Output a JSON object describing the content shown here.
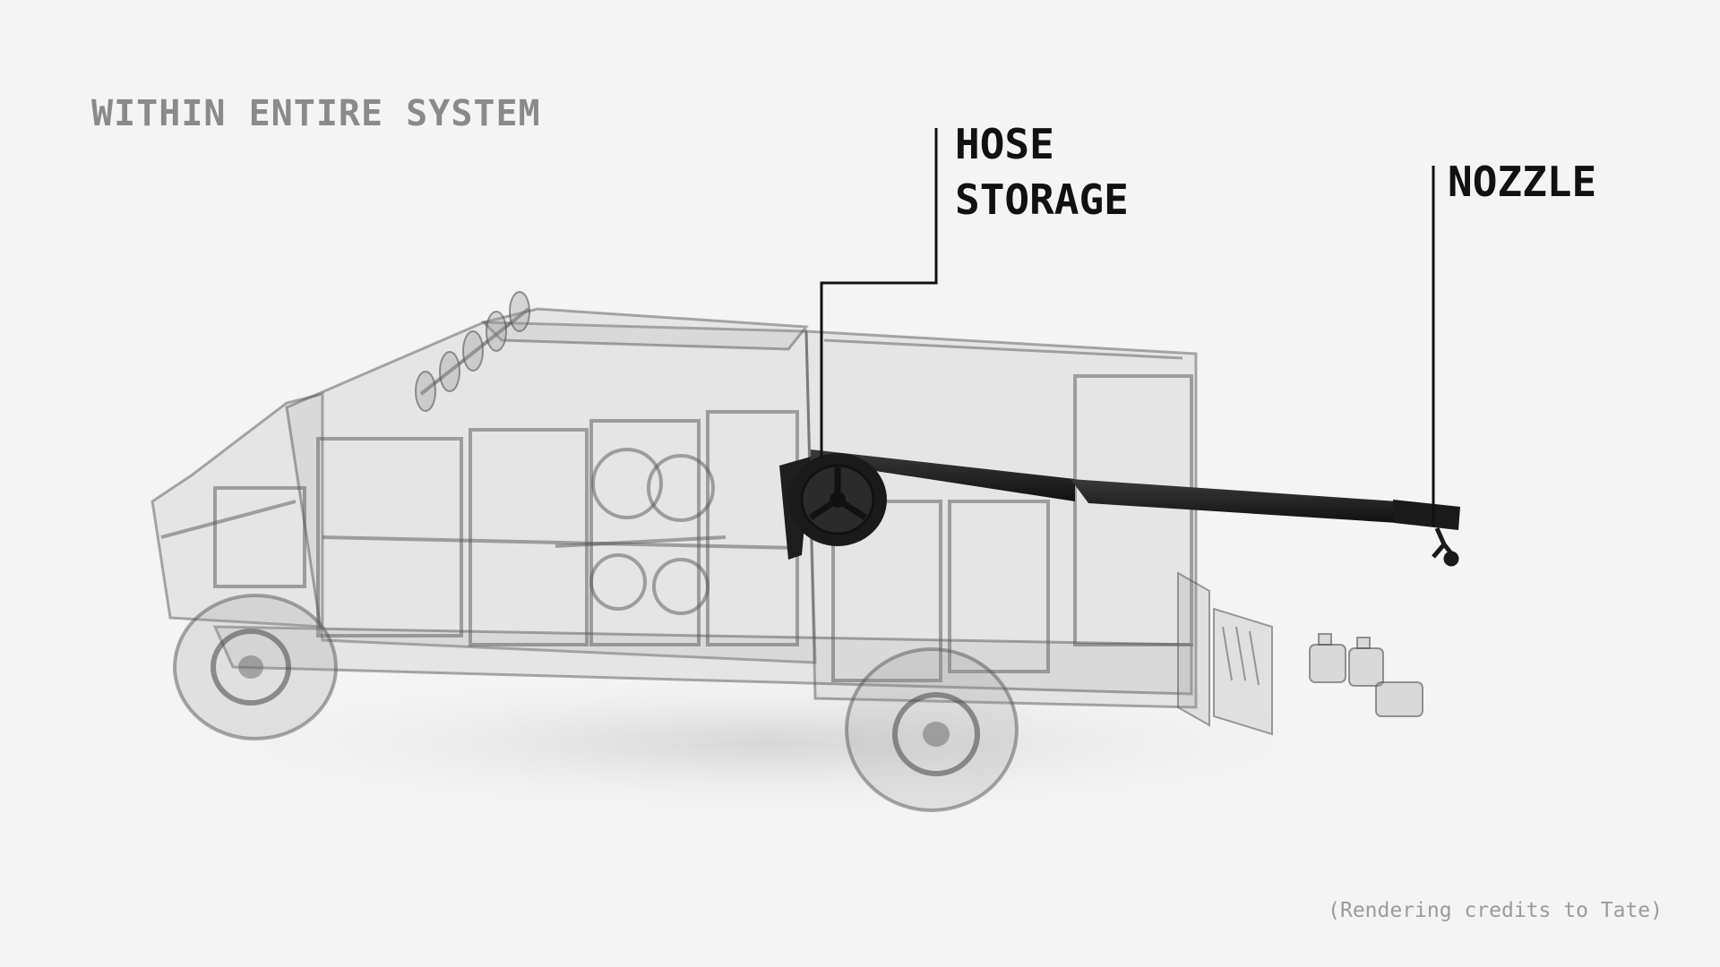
{
  "heading": "WITHIN ENTIRE SYSTEM",
  "callouts": {
    "hose_storage": {
      "line1": "HOSE",
      "line2": "STORAGE"
    },
    "nozzle": "NOZZLE"
  },
  "credit": "(Rendering credits to Tate)",
  "colors": {
    "background": "#f4f4f4",
    "heading": "#8a8a8a",
    "callout_text": "#111111",
    "leader_line": "#111111",
    "credit": "#9b9b9b",
    "vehicle_ghost": "#9a9a9a",
    "boom": "#222222"
  },
  "icons": {
    "vehicle": "transparent-pickup-truck-rendering",
    "hose_reel": "hose-reel-icon",
    "nozzle": "spray-nozzle-icon",
    "canisters": "fuel-canister-icon"
  }
}
